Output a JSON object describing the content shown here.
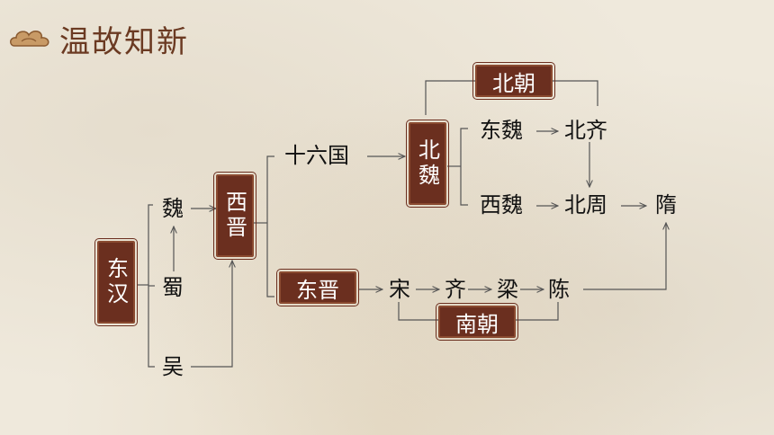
{
  "header": {
    "title": "温故知新",
    "icon": "cloud-icon"
  },
  "colors": {
    "box_fill": "#6b2f1f",
    "title": "#6b3a22",
    "line": "#555555"
  },
  "nodes": {
    "donghan": "东汉",
    "wei": "魏",
    "shu": "蜀",
    "wu": "吴",
    "xijin": "西晋",
    "shiliuguo": "十六国",
    "dongjin": "东晋",
    "beiwei": "北魏",
    "beichao": "北朝",
    "dongwei": "东魏",
    "xiwei": "西魏",
    "beiqi": "北齐",
    "beizhou": "北周",
    "sui": "隋",
    "song": "宋",
    "qi": "齐",
    "liang": "梁",
    "chen": "陈",
    "nanchao": "南朝"
  }
}
